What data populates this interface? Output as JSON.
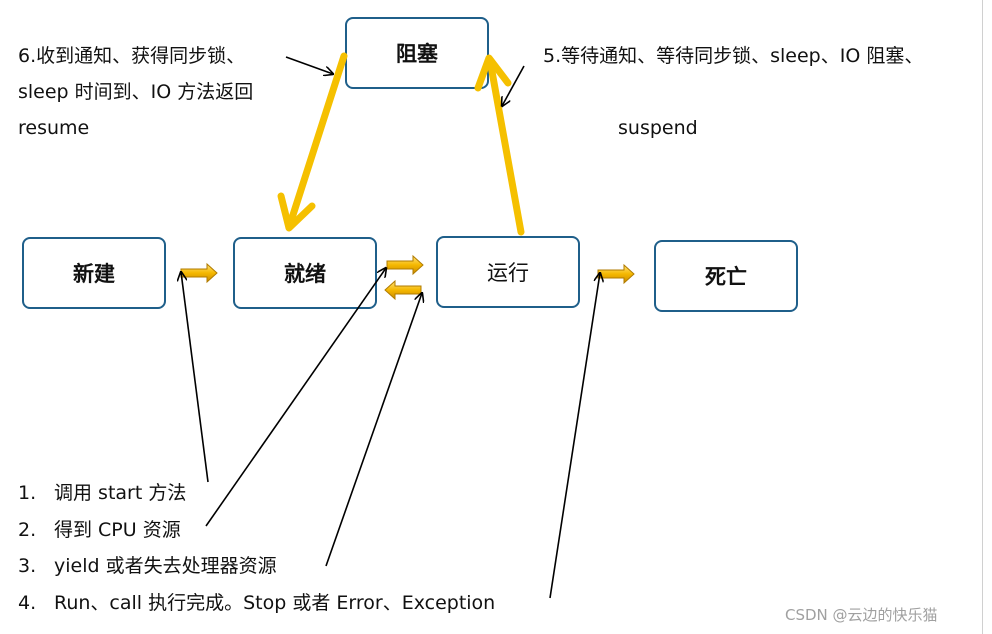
{
  "states": {
    "new": "新建",
    "ready": "就绪",
    "running": "运行",
    "dead": "死亡",
    "blocked": "阻塞"
  },
  "labels": {
    "block_exit_line1": "6.收到通知、获得同步锁、",
    "block_exit_line2": "sleep 时间到、IO 方法返回",
    "resume": "resume",
    "block_enter": "5.等待通知、等待同步锁、sleep、IO 阻塞、",
    "suspend": "suspend"
  },
  "legend": [
    {
      "num": "1.",
      "text": "调用 start 方法"
    },
    {
      "num": "2.",
      "text": "得到 CPU 资源"
    },
    {
      "num": "3.",
      "text": "yield 或者失去处理器资源"
    },
    {
      "num": "4.",
      "text": "Run、call 执行完成。Stop 或者 Error、Exception"
    }
  ],
  "colors": {
    "state_border": "#1f5f8a",
    "transition_arrow": "#f5b800",
    "blocking_arrow": "#f5c000",
    "pointer_line": "#000000"
  },
  "watermark": "CSDN @云边的快乐猫"
}
